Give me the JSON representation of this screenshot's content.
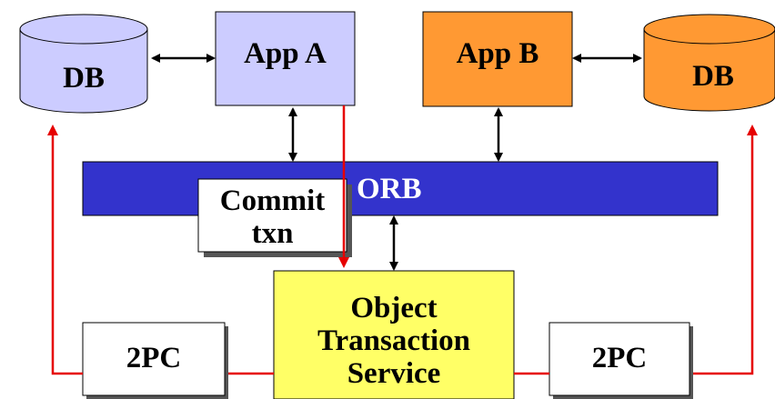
{
  "nodes": {
    "db_left": {
      "label": "DB"
    },
    "app_a": {
      "label": "App A"
    },
    "app_b": {
      "label": "App B"
    },
    "db_right": {
      "label": "DB"
    },
    "orb": {
      "label": "ORB"
    },
    "commit": {
      "line1": "Commit",
      "line2": "txn"
    },
    "ots": {
      "line1": "Object",
      "line2": "Transaction",
      "line3": "Service"
    },
    "pc_left": {
      "label": "2PC"
    },
    "pc_right": {
      "label": "2PC"
    }
  },
  "colors": {
    "app_a_fill": "#ccccff",
    "db_left_fill": "#ccccff",
    "app_b_fill": "#ff9933",
    "db_right_fill": "#ff9933",
    "orb_fill": "#3333cc",
    "ots_fill": "#ffff66",
    "box_fill": "#ffffff",
    "red_line": "#e60000",
    "black_line": "#000000",
    "shadow": "#555555"
  }
}
